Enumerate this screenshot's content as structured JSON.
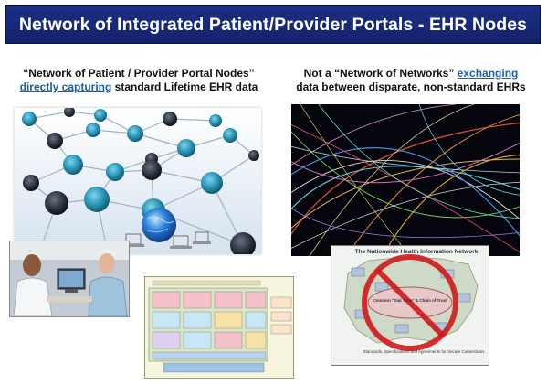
{
  "slide": {
    "title": "Network of Integrated Patient/Provider Portals - EHR Nodes",
    "left_caption": {
      "line1": "“Network of Patient / Provider Portal Nodes”",
      "link": "directly capturing",
      "rest": " standard  Lifetime EHR data"
    },
    "right_caption": {
      "prefix": "Not a “Network of Networks” ",
      "link": "exchanging",
      "line2": "data between disparate, non-standard EHRs"
    },
    "map_title": "The Nationwide Health Information Network",
    "map_center_label": "Common “Dial Tone” & Chain of Trust",
    "map_footer": "Standards, Specifications and Agreements for Secure Connections",
    "colors": {
      "title_bg": "#1a2c80",
      "link": "#1f5fa8",
      "prohibition": "#d01818"
    }
  }
}
